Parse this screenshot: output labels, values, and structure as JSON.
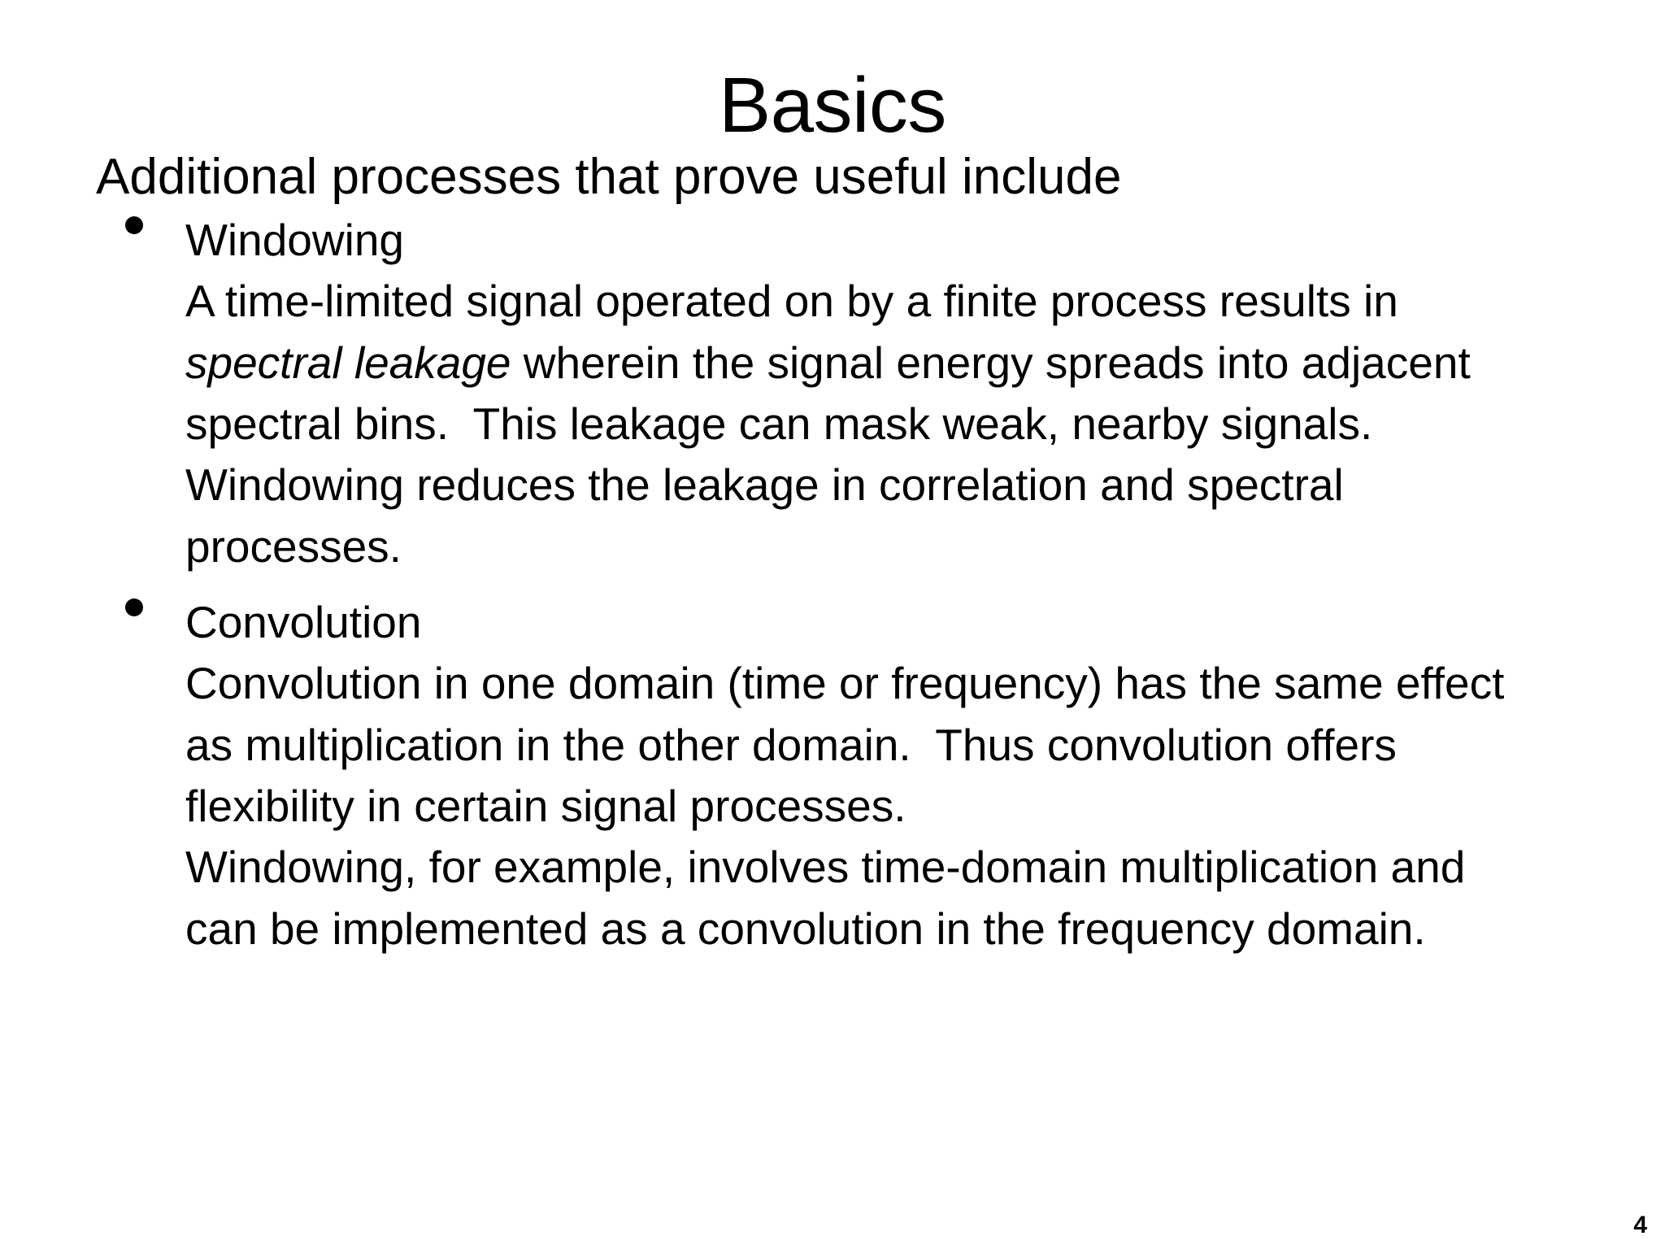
{
  "slide": {
    "title": "Basics",
    "lead": "Additional processes that prove useful include",
    "page_number": "4",
    "bullet_glyph": "•",
    "text_color": "#000000",
    "background_color": "#ffffff",
    "bullets": [
      {
        "heading": "Windowing",
        "lines": [
          {
            "segments": [
              {
                "text": "A time-limited signal operated on by a finite process results in",
                "style": "normal"
              }
            ]
          },
          {
            "segments": [
              {
                "text": "spectral leakage",
                "style": "italic"
              },
              {
                "text": " wherein the signal energy spreads into adjacent",
                "style": "normal"
              }
            ]
          },
          {
            "segments": [
              {
                "text": "spectral bins.  This leakage can mask weak, nearby signals.",
                "style": "normal"
              }
            ]
          },
          {
            "segments": [
              {
                "text": "Windowing reduces the leakage in correlation and spectral",
                "style": "normal"
              }
            ]
          },
          {
            "segments": [
              {
                "text": "processes.",
                "style": "normal"
              }
            ]
          }
        ]
      },
      {
        "heading": "Convolution",
        "lines": [
          {
            "segments": [
              {
                "text": "Convolution in one domain (time or frequency) has the same effect",
                "style": "normal"
              }
            ]
          },
          {
            "segments": [
              {
                "text": "as multiplication in the other domain.  Thus convolution offers",
                "style": "normal"
              }
            ]
          },
          {
            "segments": [
              {
                "text": "flexibility in certain signal processes.",
                "style": "normal"
              }
            ]
          },
          {
            "segments": [
              {
                "text": "Windowing, for example, involves time-domain multiplication and",
                "style": "normal"
              }
            ]
          },
          {
            "segments": [
              {
                "text": "can be implemented as a convolution in the frequency domain.",
                "style": "normal"
              }
            ]
          }
        ]
      }
    ]
  }
}
